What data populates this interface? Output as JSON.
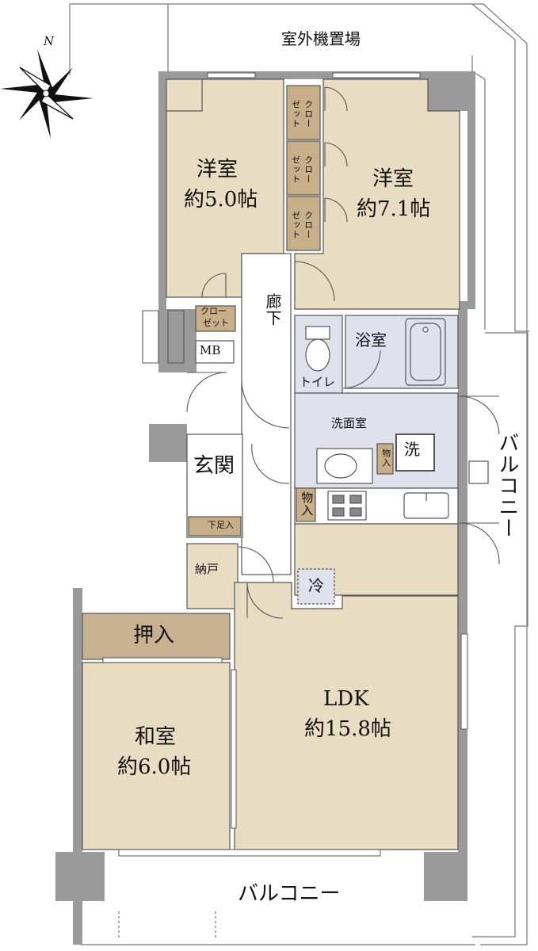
{
  "compass": {
    "north": "N"
  },
  "outdoor_unit_area": "室外機置場",
  "rooms": {
    "western_room_1": {
      "name": "洋室",
      "size": "約5.0帖"
    },
    "western_room_2": {
      "name": "洋室",
      "size": "約7.1帖"
    },
    "japanese_room": {
      "name": "和室",
      "size": "約6.0帖"
    },
    "ldk": {
      "name": "LDK",
      "size": "約15.8帖"
    },
    "corridor": "廊下",
    "entrance": "玄関",
    "bathroom": "浴室",
    "toilet": "トイレ",
    "washroom": "洗面室",
    "storeroom": "納戸",
    "oshiire": "押入"
  },
  "fixtures": {
    "closet_vertical": "クローゼット",
    "closet_small_top": "クロー",
    "closet_small_bottom": "ゼット",
    "mb": "MB",
    "shoe_box": "下足入",
    "storage_item": "物入",
    "washer": "洗",
    "fridge": "冷"
  },
  "balcony_side": "バルコニー",
  "balcony_bottom": "バルコニー",
  "colors": {
    "room_beige": "#e8dcc2",
    "closet_brown": "#c9ae8a",
    "oshiire_brown": "#c7b191",
    "wet_area": "#dfe1ec",
    "wall_gray": "#9a9a9a",
    "outline": "#555555"
  }
}
